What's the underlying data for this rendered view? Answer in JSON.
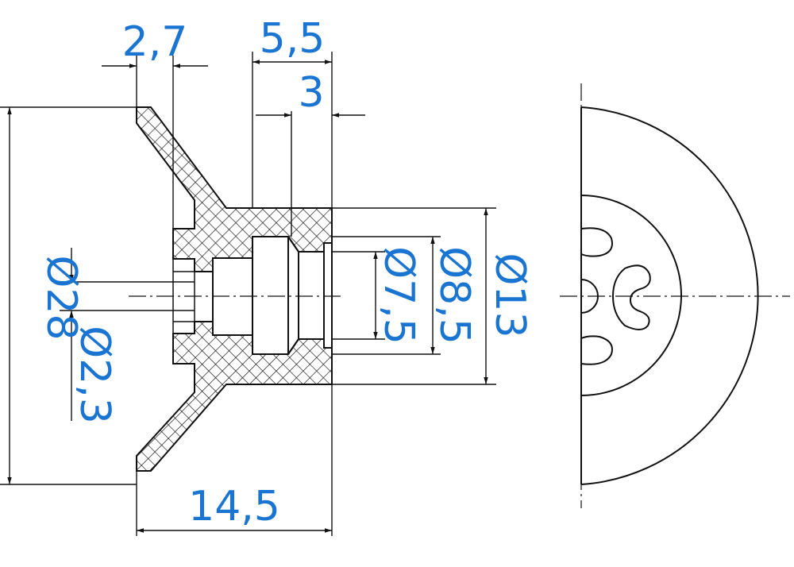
{
  "colors": {
    "dimension_text": "#1a74d2",
    "line": "#111111",
    "hatch": "#111111",
    "background": "#ffffff"
  },
  "dimensions": {
    "wall_thickness": "2,7",
    "bore_length": "5,5",
    "groove_length": "3",
    "outer_diameter": "Ø28",
    "hole_diameter": "Ø2,3",
    "bore_small_diameter": "Ø7,5",
    "bore_large_diameter": "Ø8,5",
    "hub_diameter": "Ø13",
    "overall_length": "14,5"
  }
}
